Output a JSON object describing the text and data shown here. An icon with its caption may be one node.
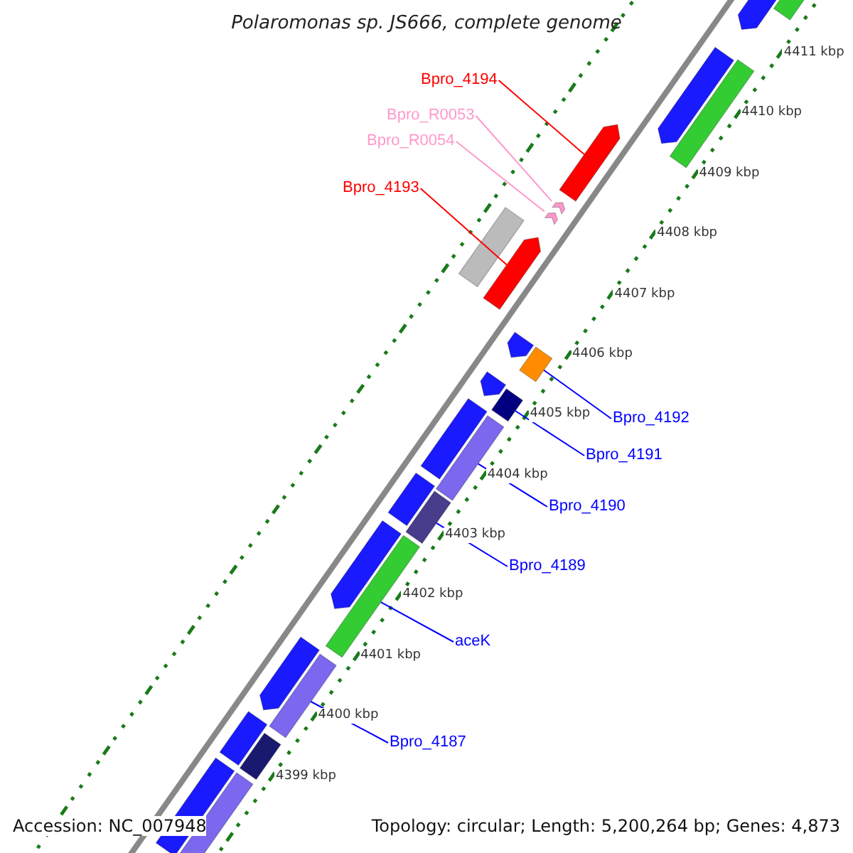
{
  "diagram": {
    "title": "Polaromonas sp. JS666, complete genome",
    "nodes": [
      {
        "text": [
          "Bpro_4194"
        ]
      },
      {
        "text": [
          "Bpro_R0053"
        ]
      },
      {
        "text": [
          "Bpro_R0054"
        ]
      },
      {
        "text": [
          "Bpro_4193"
        ]
      },
      {
        "text": [
          "Bpro_4192"
        ]
      },
      {
        "text": [
          "Bpro_4191"
        ]
      },
      {
        "text": [
          "Bpro_4190"
        ]
      },
      {
        "text": [
          "Bpro_4189"
        ]
      },
      {
        "text": [
          "aceK"
        ]
      },
      {
        "text": [
          "Bpro_4187"
        ]
      },
      {
        "text": [],
        "shape": "bar"
      },
      {
        "text": [],
        "shape": "arrow"
      },
      {
        "text": [],
        "shape": "bar"
      },
      {
        "text": [],
        "shape": "arrow"
      },
      {
        "text": [],
        "shape": "arrow"
      },
      {
        "text": [],
        "shape": "chevron"
      },
      {
        "text": [],
        "shape": "chevron"
      },
      {
        "text": [],
        "shape": "bar"
      },
      {
        "text": [],
        "shape": "arrow"
      },
      {
        "text": [],
        "shape": "arrow"
      },
      {
        "text": [],
        "shape": "bar"
      },
      {
        "text": [],
        "shape": "arrow"
      },
      {
        "text": [],
        "shape": "bar"
      },
      {
        "text": [],
        "shape": "bar"
      },
      {
        "text": [],
        "shape": "bar"
      },
      {
        "text": [],
        "shape": "bar"
      },
      {
        "text": [],
        "shape": "bar"
      },
      {
        "text": [],
        "shape": "arrow"
      },
      {
        "text": [],
        "shape": "bar"
      },
      {
        "text": [],
        "shape": "arrow"
      },
      {
        "text": [],
        "shape": "bar"
      },
      {
        "text": [],
        "shape": "bar"
      },
      {
        "text": [],
        "shape": "bar"
      },
      {
        "text": [],
        "shape": "bar"
      },
      {
        "text": [],
        "shape": "bar"
      }
    ],
    "edges": [
      {
        "from": 0,
        "to": 14,
        "arrow": "none",
        "color": "#ff0000"
      },
      {
        "from": 1,
        "to": 15,
        "arrow": "none",
        "color": "#ff99cc"
      },
      {
        "from": 2,
        "to": 16,
        "arrow": "none",
        "color": "#ff99cc"
      },
      {
        "from": 3,
        "to": 18,
        "arrow": "none",
        "color": "#ff0000"
      },
      {
        "from": 4,
        "to": 20,
        "arrow": "none"
      },
      {
        "from": 5,
        "to": 22,
        "arrow": "none"
      },
      {
        "from": 6,
        "to": 24,
        "arrow": "none"
      },
      {
        "from": 7,
        "to": 26,
        "arrow": "none"
      },
      {
        "from": 8,
        "to": 28,
        "arrow": "none"
      },
      {
        "from": 9,
        "to": 30,
        "arrow": "none"
      }
    ],
    "labels": [
      "4411 kbp",
      "4410 kbp",
      "4409 kbp",
      "4408 kbp",
      "4407 kbp",
      "4406 kbp",
      "4405 kbp",
      "4404 kbp",
      "4403 kbp",
      "4402 kbp",
      "4401 kbp",
      "4400 kbp",
      "4399 kbp",
      "Accession: NC_007948",
      "Topology: circular; Length: 5,200,264 bp; Genes: 4,873"
    ]
  }
}
